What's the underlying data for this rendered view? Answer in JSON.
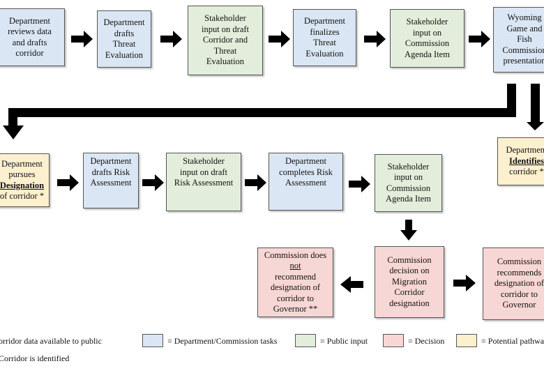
{
  "row1": [
    {
      "text": "Department\nreviews data\nand drafts\ncorridor"
    },
    {
      "text": "Department\ndrafts\nThreat\nEvaluation"
    },
    {
      "text": "Stakeholder\ninput on draft\nCorridor and\nThreat\nEvaluation"
    },
    {
      "text": "Department\nfinalizes\nThreat\nEvaluation"
    },
    {
      "text": "Stakeholder\ninput on\nCommission\nAgenda Item"
    },
    {
      "text": "Wyoming\nGame and\nFish\nCommission\npresentation"
    }
  ],
  "identifies_box": {
    "line1": "Department",
    "emph": "Identifies",
    "line3": "corridor *"
  },
  "row2": [
    {
      "line1": "Department\npursues",
      "emph": "Designation",
      "line3": "of corridor *"
    },
    {
      "text": "Department\ndrafts Risk\nAssessment"
    },
    {
      "text": "Stakeholder\ninput on draft\nRisk Assessment"
    },
    {
      "text": "Department\ncompletes Risk\nAssessment"
    },
    {
      "text": "Stakeholder\ninput on\nCommission\nAgenda Item"
    }
  ],
  "row3": {
    "not_recommend": {
      "line1": "Commission does",
      "emph": "not",
      "line3": "recommend\ndesignation of\ncorridor to\nGovernor **"
    },
    "decision": {
      "text": "Commission\ndecision on\nMigration\nCorridor\ndesignation"
    },
    "recommends": {
      "text": "Commission\nrecommends\ndesignation of\ncorridor to\nGovernor"
    }
  },
  "footnotes": {
    "line1": "orridor data available to public",
    "line2": "Corridor is identified"
  },
  "legend": [
    {
      "label": "= Department/Commission tasks",
      "color": "#dbe6f4"
    },
    {
      "label": "= Public input",
      "color": "#e3eddb"
    },
    {
      "label": "= Decision",
      "color": "#f7d7d5"
    },
    {
      "label": "= Potential pathwa",
      "color": "#fdf0cf"
    }
  ]
}
